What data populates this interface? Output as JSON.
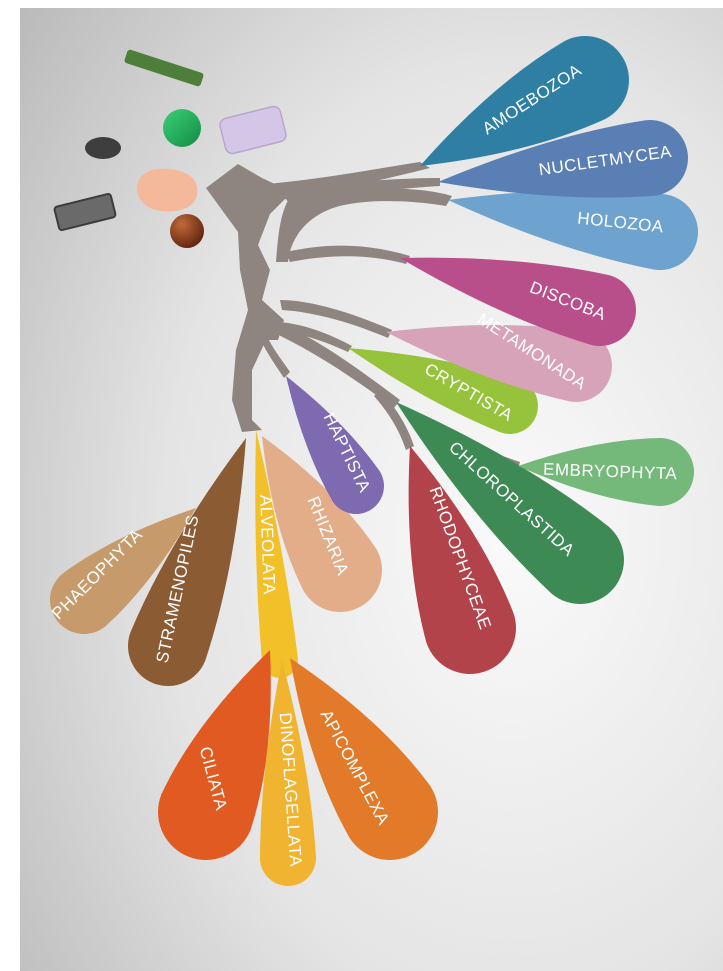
{
  "colors": {
    "trunk": "#8e8580",
    "background_light": "#f2f2f2",
    "background_dark": "#bdbdbd"
  },
  "tree_diagram": {
    "branches": [
      {
        "id": "amoebozoa",
        "label": "AMOEBOZOA",
        "color": "#2f7fa4"
      },
      {
        "id": "nucletmycea",
        "label": "NUCLETMYCEA",
        "color": "#5a7fb4"
      },
      {
        "id": "holozoa",
        "label": "HOLOZOA",
        "color": "#6ea3cf"
      },
      {
        "id": "discoba",
        "label": "DISCOBA",
        "color": "#b94f8a"
      },
      {
        "id": "metamonada",
        "label": "METAMONADA",
        "color": "#d7a3b9"
      },
      {
        "id": "cryptista",
        "label": "CRYPTISTA",
        "color": "#97c23c"
      },
      {
        "id": "embryophyta",
        "label": "EMBRYOPHYTA",
        "color": "#74b87a"
      },
      {
        "id": "chloroplastida",
        "label": "CHLOROPLASTIDA",
        "color": "#3e8a55"
      },
      {
        "id": "rhodophyceae",
        "label": "RHODOPHYCEAE",
        "color": "#b2434a"
      },
      {
        "id": "haptista",
        "label": "HAPTISTA",
        "color": "#7d6ab0"
      },
      {
        "id": "rhizaria",
        "label": "RHIZARIA",
        "color": "#e3ad8a"
      },
      {
        "id": "alveolata",
        "label": "ALVEOLATA",
        "color": "#f2c12a"
      },
      {
        "id": "stramenopiles",
        "label": "STRAMENOPILES",
        "color": "#8b5b34"
      },
      {
        "id": "phaeophyta",
        "label": "PHAEOPHYTA",
        "color": "#c79a6c"
      },
      {
        "id": "ciliata",
        "label": "CILIATA",
        "color": "#e05a22"
      },
      {
        "id": "dinoflagellata",
        "label": "DINOFLAGELLATA",
        "color": "#f1b431"
      },
      {
        "id": "apicomplexa",
        "label": "APICOMPLEXA",
        "color": "#e27a2a"
      }
    ],
    "objects": [
      {
        "id": "green-rod",
        "color": "#4d7f3a"
      },
      {
        "id": "green-ball",
        "color": "#20b25a"
      },
      {
        "id": "lavender-block",
        "color": "#d4c6e6"
      },
      {
        "id": "dark-pill",
        "color": "#3e3e3e"
      },
      {
        "id": "peach-blob",
        "color": "#f3b99a"
      },
      {
        "id": "grey-cartridge",
        "color": "#6a6a6a"
      },
      {
        "id": "brown-ball",
        "color": "#8a3a1a"
      }
    ]
  }
}
